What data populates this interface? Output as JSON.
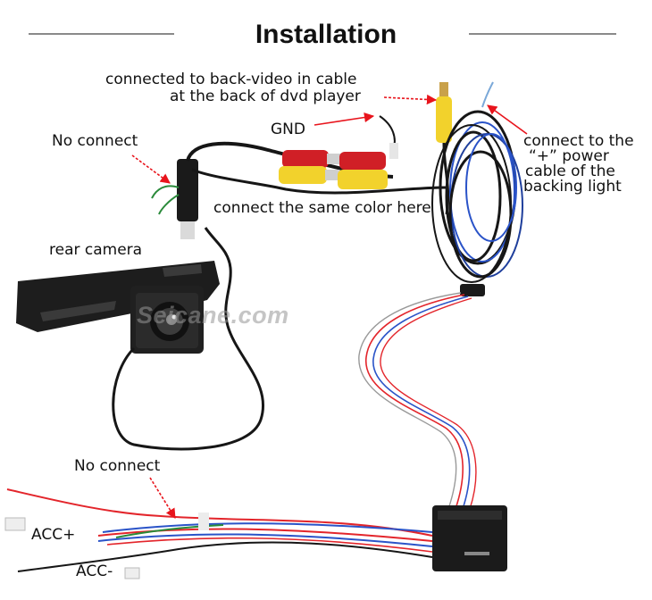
{
  "title": "Installation",
  "watermark": "Seicane.com",
  "labels": {
    "back_video_line1": "connected to back-video in cable",
    "back_video_line2": "at the back of dvd player",
    "gnd": "GND",
    "no_connect_top": "No connect",
    "power_line1": "connect to the",
    "power_line2": "“+”  power",
    "power_line3": "cable of the",
    "power_line4": "backing light",
    "same_color": "connect the same color here",
    "rear_camera": "rear camera",
    "no_connect_bottom": "No connect",
    "acc_plus": "ACC+",
    "acc_minus": "ACC-"
  },
  "colors": {
    "arrow": "#e8141c",
    "wire_red": "#e3252b",
    "wire_blue": "#2a53c8",
    "connector_yellow": "#f2d22c",
    "cable_black": "#161616"
  }
}
